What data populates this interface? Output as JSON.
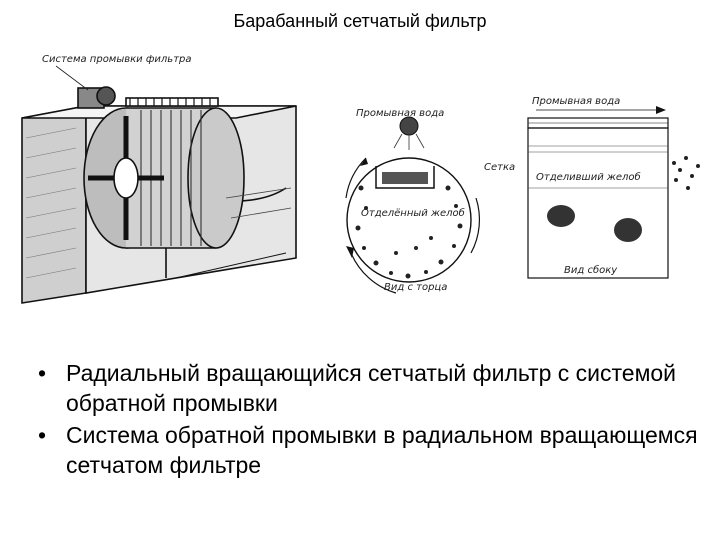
{
  "slide": {
    "title": "Барабанный сетчатый фильтр",
    "bullets": [
      "Радиальный вращающийся сетчатый фильтр с системой обратной промывки",
      "Система обратной промывки в радиальном вращающемся сетчатом фильтре"
    ],
    "bullet_symbol": "•"
  },
  "figure": {
    "labels": {
      "wash_system": "Система промывки фильтра",
      "wash_water_left": "Промывная вода",
      "separated_sludge_left": "Отделённый желоб",
      "end_view": "Вид с торца",
      "wash_water_right": "Промывная вода",
      "mesh": "Сетка",
      "separated_sludge_right": "Отделивший желоб",
      "side_view": "Вид сбоку"
    }
  }
}
